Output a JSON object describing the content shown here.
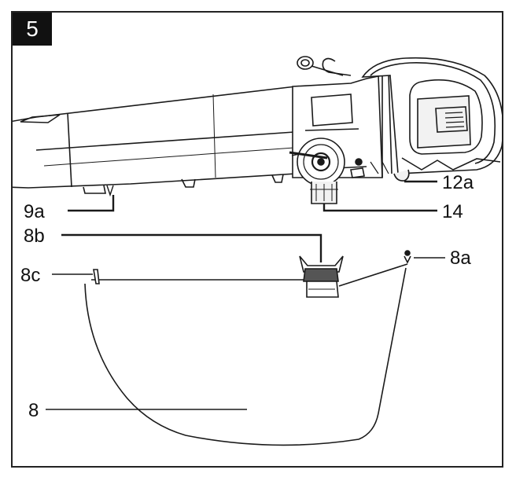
{
  "figure": {
    "number": "5"
  },
  "labels": {
    "l12a": "12a",
    "l14": "14",
    "l9a": "9a",
    "l8b": "8b",
    "l8a": "8a",
    "l8c": "8c",
    "l8": "8"
  },
  "colors": {
    "line": "#1a1a1a",
    "fill_light": "#f2f2f2",
    "fill_dark": "#555555"
  }
}
